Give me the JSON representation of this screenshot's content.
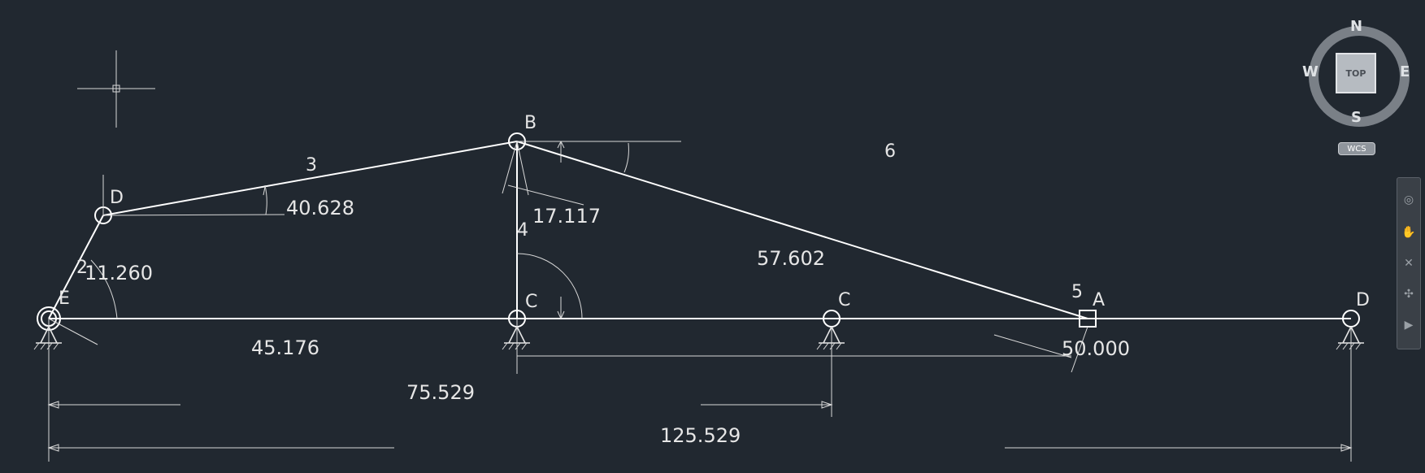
{
  "drawing": {
    "dimensions": {
      "angle_d": "40.628",
      "angle_b": "17.117",
      "angle_e": "11.260",
      "len_ec": "45.176",
      "len_ba": "57.602",
      "len_ca": "50.000",
      "len_ec2": "75.529",
      "len_ed": "125.529"
    },
    "points": {
      "b": "B",
      "d_top": "D",
      "e": "E",
      "c1": "C",
      "c2": "C",
      "a": "A",
      "d_right": "D"
    },
    "links": {
      "l2": "2",
      "l3": "3",
      "l4": "4",
      "l5": "5",
      "l6": "6"
    }
  },
  "viewcube": {
    "top": "TOP",
    "north": "N",
    "south": "S",
    "east": "E",
    "west": "W",
    "wcs": "WCS"
  },
  "colors": {
    "background": "#212830",
    "lines": "#e6e6e6"
  }
}
